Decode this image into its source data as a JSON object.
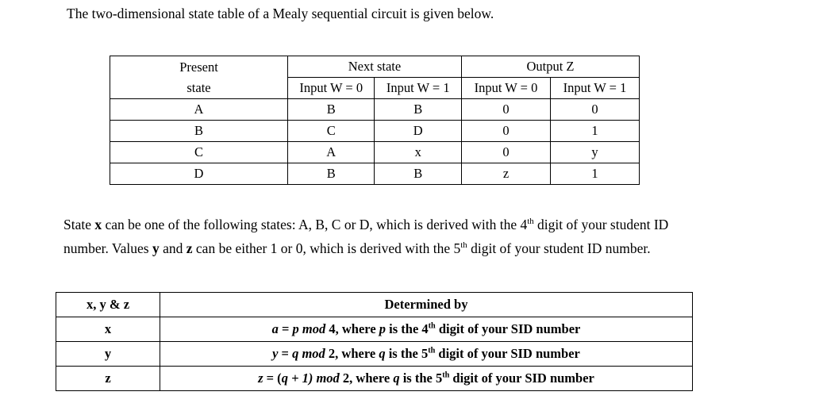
{
  "document": {
    "intro": "The two-dimensional state table of a Mealy sequential circuit is given below."
  },
  "state_table": {
    "header_top": {
      "present_state_line1": "Present",
      "present_state_line2": "state",
      "next_state": "Next state",
      "output_z": "Output Z"
    },
    "header_sub": {
      "next_w0": "Input W = 0",
      "next_w1": "Input W = 1",
      "out_w0": "Input W = 0",
      "out_w1": "Input W = 1"
    },
    "rows": [
      {
        "present": "A",
        "next_w0": "B",
        "next_w1": "B",
        "out_w0": "0",
        "out_w1": "0"
      },
      {
        "present": "B",
        "next_w0": "C",
        "next_w1": "D",
        "out_w0": "0",
        "out_w1": "1"
      },
      {
        "present": "C",
        "next_w0": "A",
        "next_w1": "x",
        "out_w0": "0",
        "out_w1": "y"
      },
      {
        "present": "D",
        "next_w0": "B",
        "next_w1": "B",
        "out_w0": "z",
        "out_w1": "1"
      }
    ]
  },
  "paragraph": {
    "part1": "State ",
    "var_x": "x",
    "part2": " can be one of the following states: A, B, C or D, which is derived with the 4",
    "sup1": "th",
    "part3": " digit of your student ID number. Values ",
    "var_y": "y",
    "part4": " and ",
    "var_z": "z",
    "part5": " can be either 1 or 0, which is derived with the 5",
    "sup2": "th",
    "part6": " digit of your student ID number."
  },
  "det_table": {
    "header": {
      "col1": "x, y & z",
      "col2": "Determined by"
    },
    "rows": [
      {
        "label": "x",
        "lhs": "a",
        "eq": " = ",
        "rhs_var": "p",
        "mod": " mod",
        "modulus": " 4, where ",
        "where_var": "p",
        "tail_pre": " is the 4",
        "sup": "th",
        "tail_post": " digit of your SID number"
      },
      {
        "label": "y",
        "lhs": "y",
        "eq": " = ",
        "rhs_var": "q",
        "mod": " mod",
        "modulus": " 2, where ",
        "where_var": "q",
        "tail_pre": " is the 5",
        "sup": "th",
        "tail_post": " digit of your SID number"
      },
      {
        "label": "z",
        "lhs": "z",
        "eq": " = (",
        "rhs_var": "q",
        "mod": " + 1) mod",
        "modulus": " 2, where ",
        "where_var": "q",
        "tail_pre": " is the 5",
        "sup": "th",
        "tail_post": " digit of your SID number"
      }
    ]
  }
}
